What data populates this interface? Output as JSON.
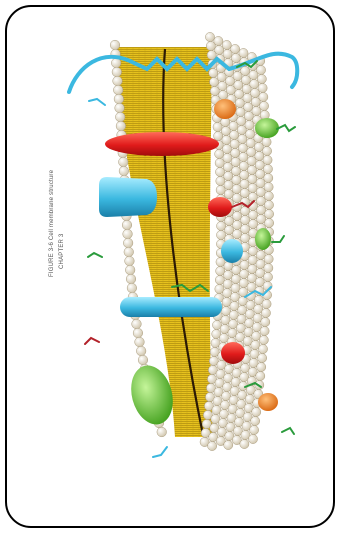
{
  "image": {
    "frame": "rounded-rectangle border",
    "subject": "cell membrane lipid bilayer with embedded proteins and glycoproteins",
    "colors": {
      "border": "#000000",
      "lipid_head": "#f2ead6",
      "lipid_tail": "#e7c21e",
      "protein_red": "#e01b1b",
      "protein_cyan": "#3bb8e0",
      "protein_green": "#6ccc2c",
      "protein_orange": "#f08a1e",
      "carbohydrate_chain": "#2a9b3c",
      "background": "#ffffff"
    }
  },
  "caption": {
    "line1": "FIGURE 3-6 Cell membrane structure",
    "line2": "CHAPTER 3"
  }
}
